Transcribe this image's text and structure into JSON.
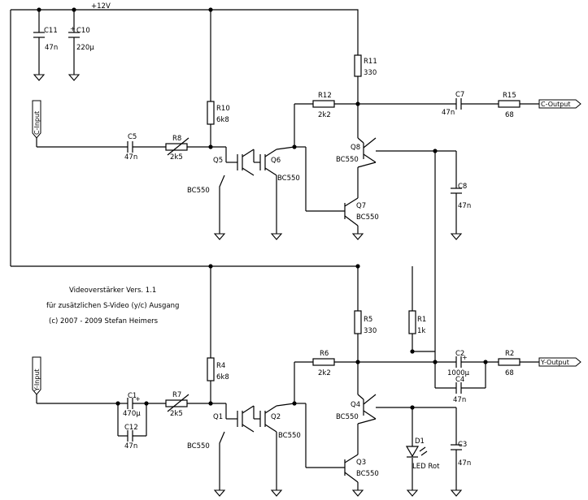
{
  "supply": "+12V",
  "title": {
    "line1": "Videoverstärker Vers. 1.1",
    "line2": "für zusätzlichen S-Video (y/c) Ausgang",
    "line3": "(c) 2007 - 2009  Stefan Heimers"
  },
  "ports": {
    "c_input": "C-Input",
    "y_input": "Y-Input",
    "c_output": "C-Output",
    "y_output": "Y-Output"
  },
  "components": {
    "C11": {
      "ref": "C11",
      "value": "47n"
    },
    "C10": {
      "ref": "C10",
      "value": "220µ"
    },
    "R11": {
      "ref": "R11",
      "value": "330"
    },
    "R10": {
      "ref": "R10",
      "value": "6k8"
    },
    "R12": {
      "ref": "R12",
      "value": "2k2"
    },
    "C7": {
      "ref": "C7",
      "value": "47n"
    },
    "R15": {
      "ref": "R15",
      "value": "68"
    },
    "C5": {
      "ref": "C5",
      "value": "47n"
    },
    "R8": {
      "ref": "R8",
      "value": "2k5"
    },
    "Q5": {
      "ref": "Q5",
      "type": "BC550"
    },
    "Q6": {
      "ref": "Q6",
      "type": "BC550"
    },
    "Q8": {
      "ref": "Q8",
      "type": "BC550"
    },
    "Q7": {
      "ref": "Q7",
      "type": "BC550"
    },
    "C8": {
      "ref": "C8",
      "value": "47n"
    },
    "R5": {
      "ref": "R5",
      "value": "330"
    },
    "R1": {
      "ref": "R1",
      "value": "1k"
    },
    "R4": {
      "ref": "R4",
      "value": "6k8"
    },
    "R6": {
      "ref": "R6",
      "value": "2k2"
    },
    "C2": {
      "ref": "C2",
      "value": "1000µ"
    },
    "C4": {
      "ref": "C4",
      "value": "47n"
    },
    "R2": {
      "ref": "R2",
      "value": "68"
    },
    "C1": {
      "ref": "C1",
      "value": "470µ"
    },
    "C12": {
      "ref": "C12",
      "value": "47n"
    },
    "R7": {
      "ref": "R7",
      "value": "2k5"
    },
    "Q1": {
      "ref": "Q1",
      "type": "BC550"
    },
    "Q2": {
      "ref": "Q2",
      "type": "BC550"
    },
    "Q4": {
      "ref": "Q4",
      "type": "BC550"
    },
    "Q3": {
      "ref": "Q3",
      "type": "BC550"
    },
    "D1": {
      "ref": "D1",
      "value": "LED Rot"
    },
    "C3": {
      "ref": "C3",
      "value": "47n"
    }
  }
}
